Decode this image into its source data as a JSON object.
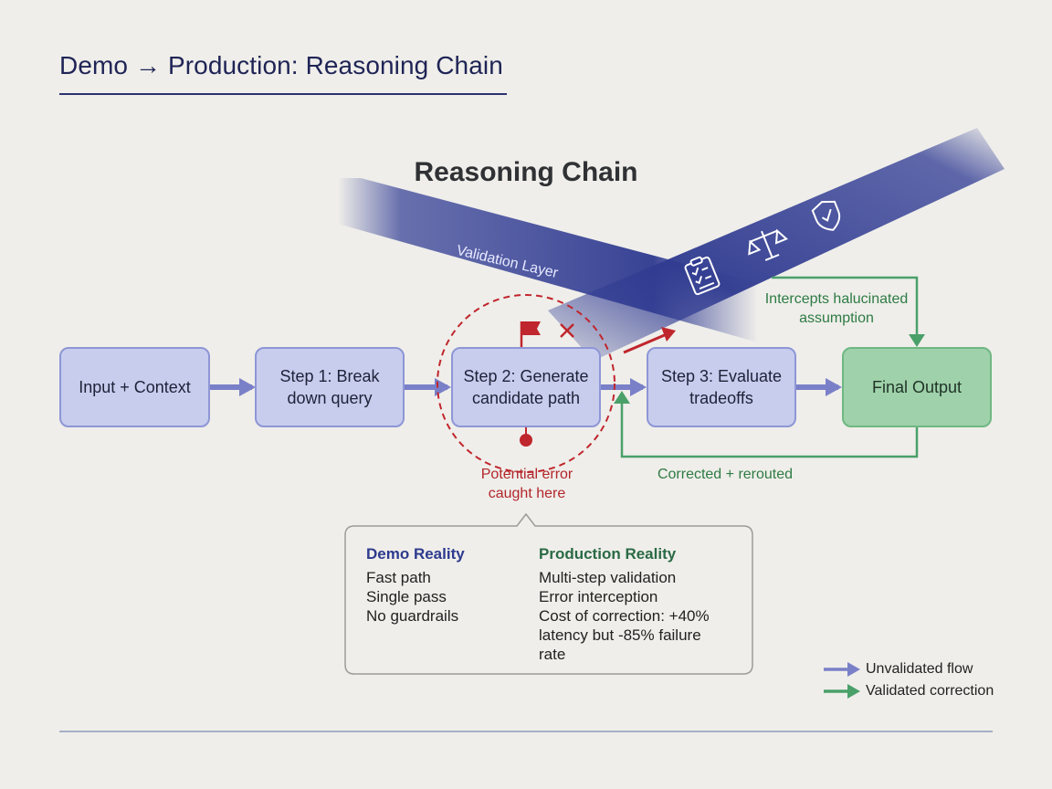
{
  "header": {
    "title": "Demo → Production: Reasoning Chain"
  },
  "diagram": {
    "heading": "Reasoning Chain",
    "band_label": "Validation Layer",
    "nodes": {
      "input": "Input + Context",
      "step1": "Step 1: Break down query",
      "step2": "Step 2: Generate candidate path",
      "step3": "Step 3: Evaluate tradeoffs",
      "final": "Final Output"
    },
    "annotations": {
      "intercepts": "Intercepts halucinated assumption",
      "error": "Potential error caught here",
      "corrected": "Corrected + rerouted"
    },
    "icons": [
      "flag-icon",
      "x-mark-icon",
      "checklist-icon",
      "scales-icon",
      "shield-check-icon"
    ]
  },
  "callout": {
    "demo": {
      "heading": "Demo Reality",
      "lines": [
        "Fast path",
        "Single pass",
        "No guardrails"
      ]
    },
    "production": {
      "heading": "Production Reality",
      "lines": [
        "Multi-step validation",
        "Error interception",
        "Cost of correction: +40%",
        "latency but -85% failure",
        "rate"
      ]
    }
  },
  "legend": {
    "unvalidated": "Unvalidated flow",
    "validated": "Validated correction"
  },
  "colors": {
    "flow_arrow": "#7a80c8",
    "validated_arrow": "#4aa069",
    "error": "#c0262d",
    "band": "#343f96"
  }
}
